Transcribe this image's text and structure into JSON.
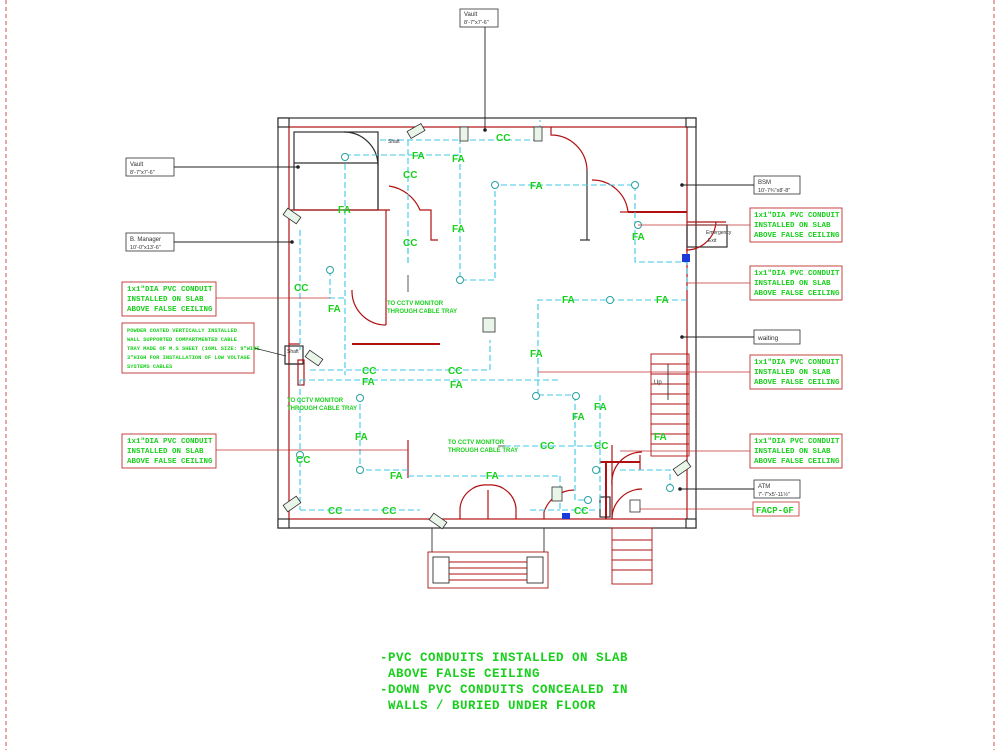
{
  "rooms": {
    "vault_top": {
      "name": "Vault",
      "size": "8'-7\"x7'-6\""
    },
    "vault_left": {
      "name": "Vault",
      "size": "8'-7\"x7'-6\""
    },
    "manager": {
      "name": "B. Manager",
      "size": "10'-0\"x13'-6\""
    },
    "bsm": {
      "name": "BSM",
      "size": "10'-7¾\"x8'-8\""
    },
    "waiting": {
      "name": "waiting"
    },
    "atm": {
      "name": "ATM",
      "size": "7'-7\"x5'-11½\""
    },
    "emergency": {
      "name": "Emergency",
      "name2": "Exit"
    },
    "shaft": {
      "name": "Shaft"
    }
  },
  "facp": "FACP-GF",
  "conduit_note": [
    "1x1\"DIA PVC CONDUIT",
    "INSTALLED ON SLAB",
    "ABOVE FALSE CEILING"
  ],
  "cable_tray_note": [
    "POWDER COATED VERTICALLY INSTALLED",
    "WALL SUPPORTED COMPARTMENTED CABLE",
    "TRAY MADE OF M.S SHEET (16ML SIZE: 9\"WIDE",
    "3\"HIGH FOR INSTALLATION OF LOW VOLTAGE",
    "SYSTEMS CABLES"
  ],
  "cctv_monitor": [
    "TO CCTV MONITOR",
    "THROUGH CABLE TRAY"
  ],
  "cctv_monitor_small": [
    "TO CCTV MONITOR",
    "THROUGH CABLE TRAY"
  ],
  "cable_codes": {
    "cc": "CC",
    "fa": "FA"
  },
  "stair_label": "Up",
  "legend": [
    "-PVC CONDUITS INSTALLED ON SLAB",
    " ABOVE FALSE CEILING",
    "-DOWN PVC CONDUITS CONCEALED IN",
    " WALLS / BURIED UNDER FLOOR"
  ]
}
